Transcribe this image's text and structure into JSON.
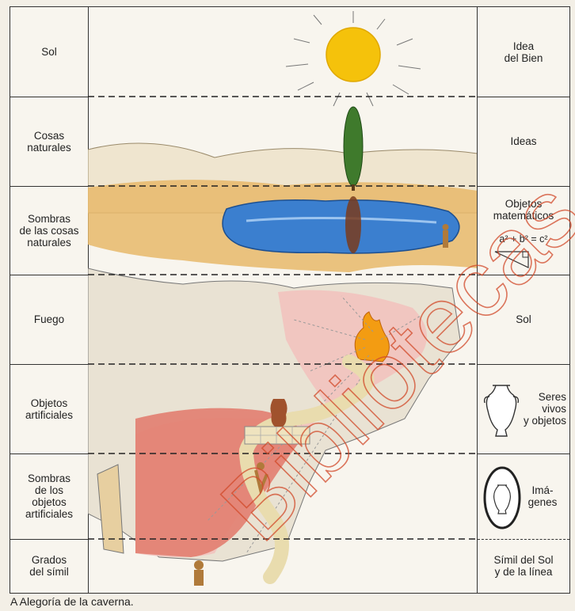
{
  "left_column": [
    {
      "text": "Sol"
    },
    {
      "text": "Cosas\nnaturales"
    },
    {
      "text": "Sombras\nde las cosas\nnaturales"
    },
    {
      "text": "Fuego"
    },
    {
      "text": "Objetos\nartificiales"
    },
    {
      "text": "Sombras\nde los\nobjetos\nartificiales"
    },
    {
      "text": "Grados\ndel símil"
    }
  ],
  "right_column": [
    {
      "text": "Idea\ndel Bien"
    },
    {
      "text": "Ideas"
    },
    {
      "text": "Objetos\nmatemáticos"
    },
    {
      "text": "Sol"
    },
    {
      "text": "Seres\nvivos\ny objetos"
    },
    {
      "text": "Imá-\ngenes"
    },
    {
      "text": "Símil del Sol\ny de la línea"
    }
  ],
  "formula": "a² + b² = c²",
  "caption": "A  Alegoría de la caverna.",
  "watermark": "Bibliotecas",
  "colors": {
    "sun": "#f5c20b",
    "cave": "#e27e70",
    "water": "#3b7fcf",
    "sand": "#e8b86a",
    "tree": "#3f7a2c",
    "fire": "#f39c12"
  }
}
